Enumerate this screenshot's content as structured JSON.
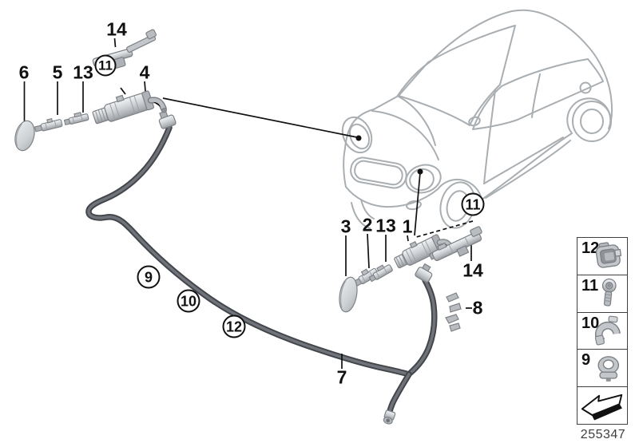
{
  "diagram": {
    "doc_number": "255347",
    "callouts": {
      "fourteen_top": "14",
      "six": "6",
      "five": "5",
      "thirteen_top": "13",
      "eleven_top": "11",
      "four": "4",
      "three": "3",
      "two": "2",
      "thirteen_mid": "13",
      "one": "1",
      "eleven_mid": "11",
      "fourteen_mid": "14",
      "eight": "8",
      "nine": "9",
      "ten": "10",
      "twelve": "12",
      "seven": "7"
    },
    "legend": [
      {
        "label": "12",
        "icon": "cable-clip-icon"
      },
      {
        "label": "11",
        "icon": "screw-icon"
      },
      {
        "label": "10",
        "icon": "hose-clip-icon"
      },
      {
        "label": "9",
        "icon": "hose-grommet-icon"
      }
    ],
    "legend_arrow_icon": "direction-arrow-icon",
    "colors": {
      "car_outline": "#a9aeb2",
      "part_stroke": "#7d8185",
      "part_fill": "#c3c7cb",
      "hose": "#43474c",
      "label": "#111111"
    }
  }
}
